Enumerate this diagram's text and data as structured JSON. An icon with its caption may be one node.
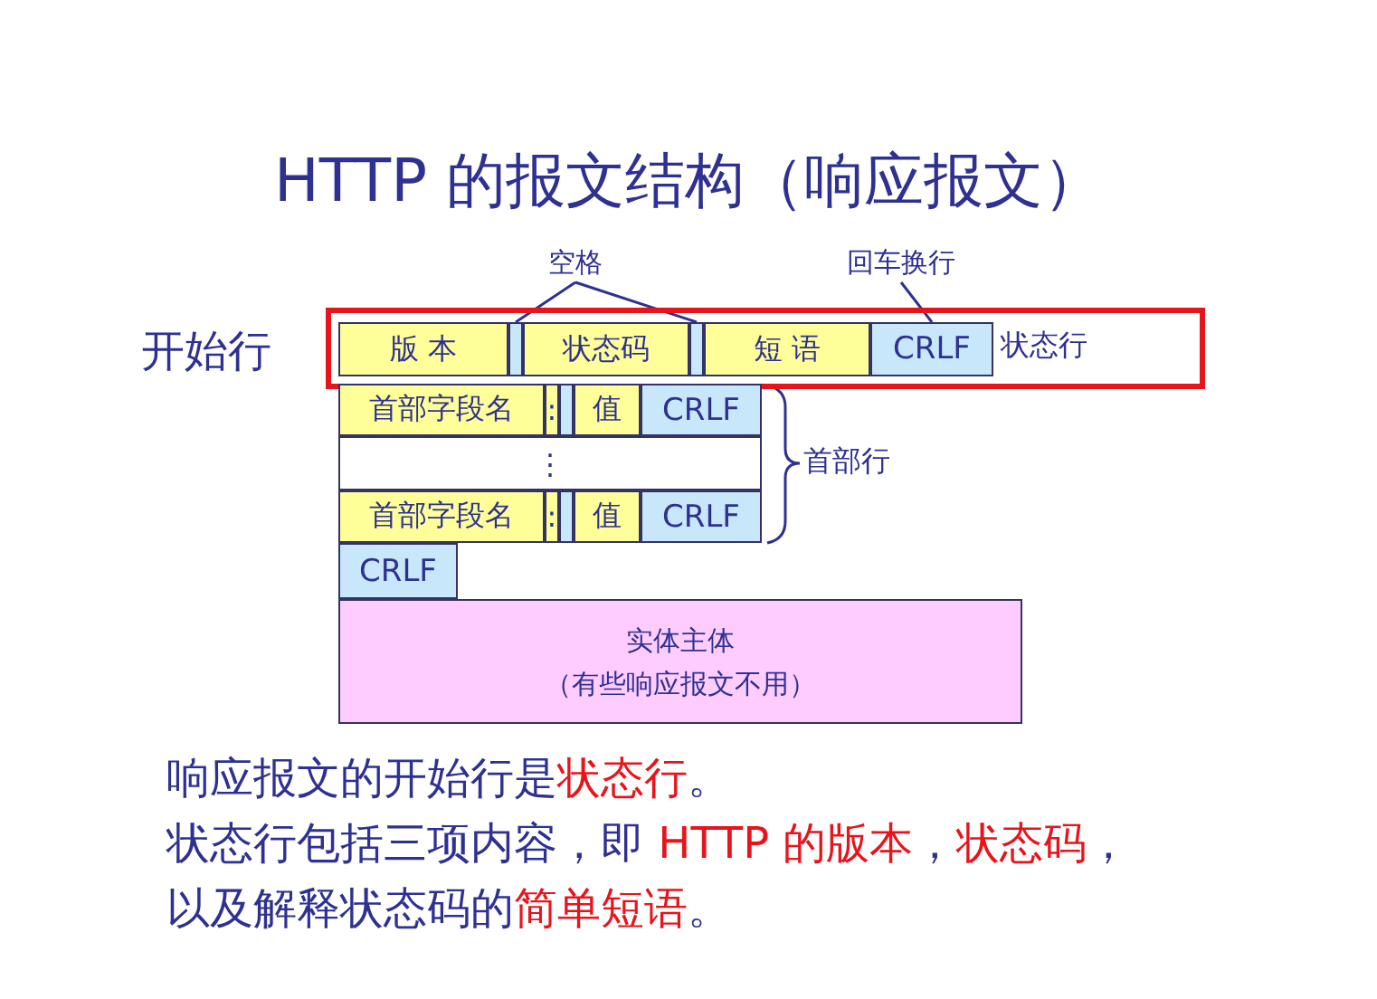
{
  "diagram": {
    "title": "HTTP 的报文结构（响应报文）",
    "nodes": [
      {
        "text": [
          "空格"
        ]
      },
      {
        "text": [
          "回车换行"
        ]
      },
      {
        "text": [],
        "shape": "box"
      },
      {
        "text": [
          "版 本"
        ],
        "in": 2
      },
      {
        "text": [],
        "shape": "box",
        "in": 2
      },
      {
        "text": [
          "状态码"
        ],
        "in": 2
      },
      {
        "text": [],
        "shape": "box",
        "in": 2
      },
      {
        "text": [
          "短 语"
        ],
        "in": 2
      },
      {
        "text": [
          "CRLF"
        ],
        "in": 2
      },
      {
        "text": [
          "首部字段名"
        ]
      },
      {
        "text": [
          ":"
        ]
      },
      {
        "text": [],
        "shape": "box"
      },
      {
        "text": [
          "值"
        ]
      },
      {
        "text": [
          "CRLF"
        ]
      },
      {
        "text": [
          "⋮"
        ]
      },
      {
        "text": [
          "首部字段名"
        ]
      },
      {
        "text": [
          ":"
        ]
      },
      {
        "text": [],
        "shape": "box"
      },
      {
        "text": [
          "值"
        ]
      },
      {
        "text": [
          "CRLF"
        ]
      },
      {
        "text": [
          "CRLF"
        ]
      },
      {
        "text": [
          "实体主体",
          "（有些响应报文不用）"
        ]
      }
    ],
    "edges": [
      {
        "from": 0,
        "to": 4,
        "arrow": "none"
      },
      {
        "from": 0,
        "to": 6,
        "arrow": "none"
      },
      {
        "from": 1,
        "to": 8,
        "arrow": "none"
      }
    ],
    "labels": [
      "开始行",
      "状态行",
      "首部行",
      "响应报文的开始行是**状态行**。",
      "状态行包括三项内容，即 **HTTP 的版本**，**状态码**，以及解释状态码的**简单短语**。"
    ]
  }
}
